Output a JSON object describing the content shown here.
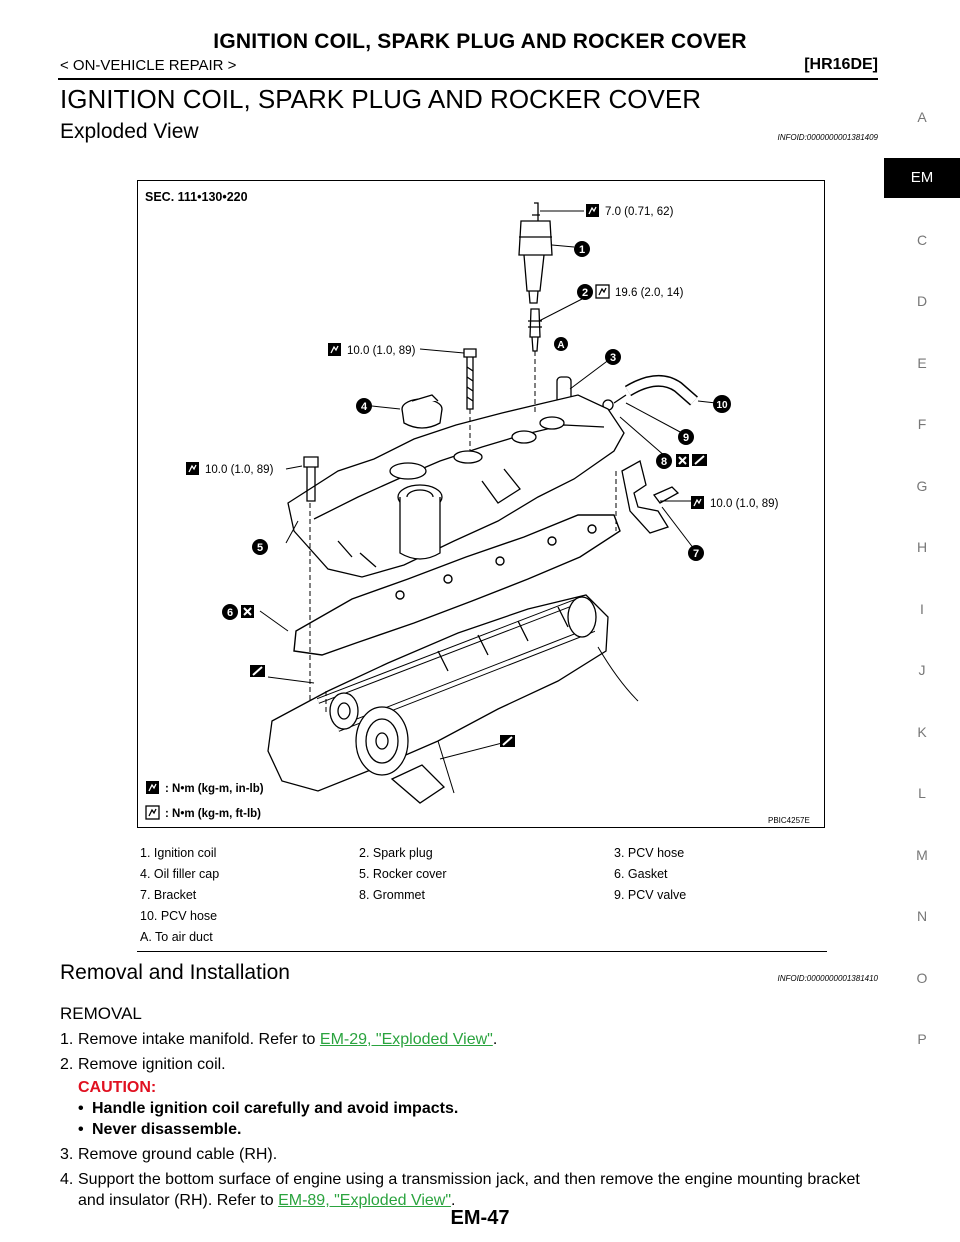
{
  "header": {
    "title": "IGNITION COIL, SPARK PLUG AND ROCKER COVER",
    "section_path": "< ON-VEHICLE REPAIR >",
    "engine_code": "[HR16DE]"
  },
  "main_title": "IGNITION COIL, SPARK PLUG AND ROCKER COVER",
  "exploded_view": {
    "heading": "Exploded View",
    "infoid": "INFOID:0000000001381409"
  },
  "side_tabs": [
    "A",
    "EM",
    "C",
    "D",
    "E",
    "F",
    "G",
    "H",
    "I",
    "J",
    "K",
    "L",
    "M",
    "N",
    "O",
    "P"
  ],
  "figure": {
    "sec_label": "SEC. 111•130•220",
    "torques": {
      "t1": "7.0 (0.71, 62)",
      "t2": "19.6 (2.0, 14)",
      "t3": "10.0 (1.0, 89)",
      "t4": "10.0 (1.0, 89)",
      "t5": "10.0 (1.0, 89)"
    },
    "callouts": [
      "1",
      "2",
      "3",
      "4",
      "5",
      "6",
      "7",
      "8",
      "9",
      "10",
      "A"
    ],
    "legend_nm_in": ": N•m (kg-m, in-lb)",
    "legend_nm_ft": ": N•m (kg-m, ft-lb)",
    "code": "PBIC4257E"
  },
  "legend": [
    [
      "1.  Ignition coil",
      "2.  Spark plug",
      "3.  PCV hose"
    ],
    [
      "4.  Oil filler cap",
      "5.  Rocker cover",
      "6.  Gasket"
    ],
    [
      "7.  Bracket",
      "8.  Grommet",
      "9.  PCV valve"
    ],
    [
      "10.  PCV hose",
      "",
      ""
    ],
    [
      "A.  To air duct",
      "",
      ""
    ]
  ],
  "removal_installation": {
    "heading": "Removal and Installation",
    "infoid": "INFOID:0000000001381410"
  },
  "removal": {
    "subheading": "REMOVAL",
    "s1_num": "1.",
    "s1_text": "Remove intake manifold. Refer to ",
    "s1_link": "EM-29, \"Exploded View\"",
    "s1_end": ".",
    "s2_num": "2.",
    "s2_text": "Remove ignition coil.",
    "caution_label": "CAUTION:",
    "caution_1": "Handle ignition coil carefully and avoid impacts.",
    "caution_2": "Never disassemble.",
    "bullet": "•",
    "s3_num": "3.",
    "s3_text": "Remove ground cable (RH).",
    "s4_num": "4.",
    "s4_text": "Support the bottom surface of engine using a transmission jack, and then remove the engine mounting bracket and insulator (RH). Refer to ",
    "s4_link": "EM-89, \"Exploded View\"",
    "s4_end": "."
  },
  "page_number": "EM-47"
}
